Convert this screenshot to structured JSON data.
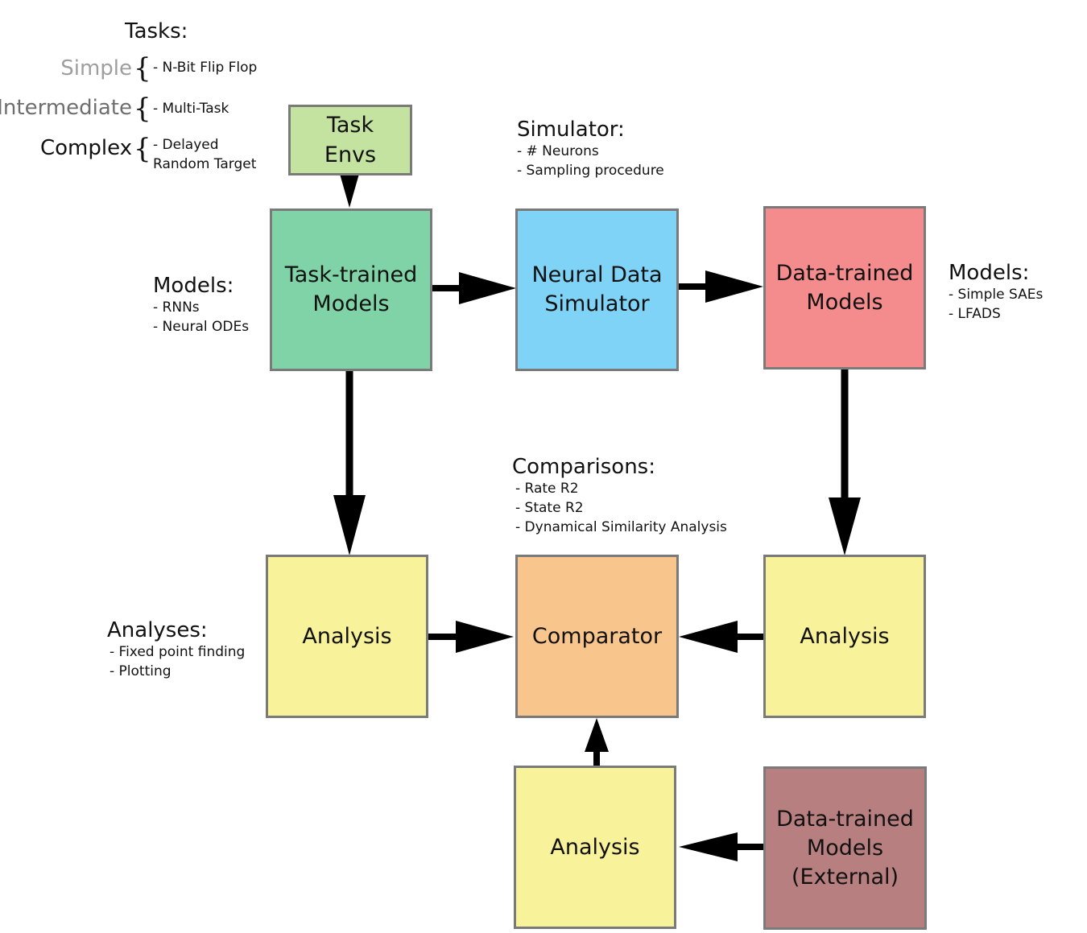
{
  "tasks": {
    "heading": "Tasks:",
    "tiers": [
      {
        "level": "Simple",
        "color": "#9e9e9e",
        "brace": "{",
        "item": "- N-Bit Flip Flop"
      },
      {
        "level": "Intermediate",
        "color": "#6e6e6e",
        "brace": "{",
        "item": "- Multi-Task"
      },
      {
        "level": "Complex",
        "color": "#111111",
        "brace": "{",
        "item": "- Delayed\n   Random Target"
      }
    ]
  },
  "simulator": {
    "heading": "Simulator:",
    "items": [
      "- # Neurons",
      "- Sampling procedure"
    ]
  },
  "models_left": {
    "heading": "Models:",
    "items": [
      "- RNNs",
      "- Neural ODEs"
    ]
  },
  "models_right": {
    "heading": "Models:",
    "items": [
      "- Simple SAEs",
      "- LFADS"
    ]
  },
  "comparisons": {
    "heading": "Comparisons:",
    "items": [
      "- Rate R2",
      "- State R2",
      "- Dynamical Similarity Analysis"
    ]
  },
  "analyses": {
    "heading": "Analyses:",
    "items": [
      "- Fixed point finding",
      "- Plotting"
    ]
  },
  "boxes": {
    "task_envs": {
      "label": "Task\nEnvs",
      "color": "#c5e3a0"
    },
    "task_trained": {
      "label": "Task-trained\nModels",
      "color": "#80d3a7"
    },
    "neural_sim": {
      "label": "Neural Data\nSimulator",
      "color": "#7fd3f6"
    },
    "data_trained": {
      "label": "Data-trained\nModels",
      "color": "#f48c8e"
    },
    "analysis_left": {
      "label": "Analysis",
      "color": "#f8f29a"
    },
    "comparator": {
      "label": "Comparator",
      "color": "#f8c58d"
    },
    "analysis_right": {
      "label": "Analysis",
      "color": "#f8f29a"
    },
    "analysis_bottom": {
      "label": "Analysis",
      "color": "#f8f29a"
    },
    "data_trained_ext": {
      "label": "Data-trained\nModels\n(External)",
      "color": "#b77f80"
    }
  },
  "arrow_color": "#000000"
}
